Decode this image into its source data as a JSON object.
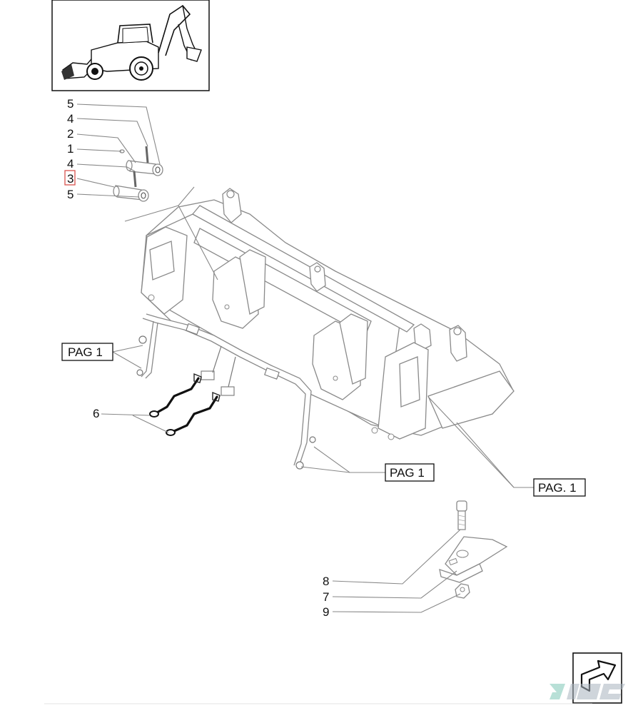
{
  "callouts": {
    "c1": "5",
    "c2": "4",
    "c3": "2",
    "c4": "1",
    "c5": "4",
    "c6": "3",
    "c7": "5",
    "c8": "6",
    "c9": "8",
    "c10": "7",
    "c11": "9"
  },
  "page_refs": {
    "left": "PAG 1",
    "middle": "PAG 1",
    "right": "PAG. 1"
  },
  "highlight_color": "#d9534f",
  "watermark_icon": "tdc-logo-icon"
}
